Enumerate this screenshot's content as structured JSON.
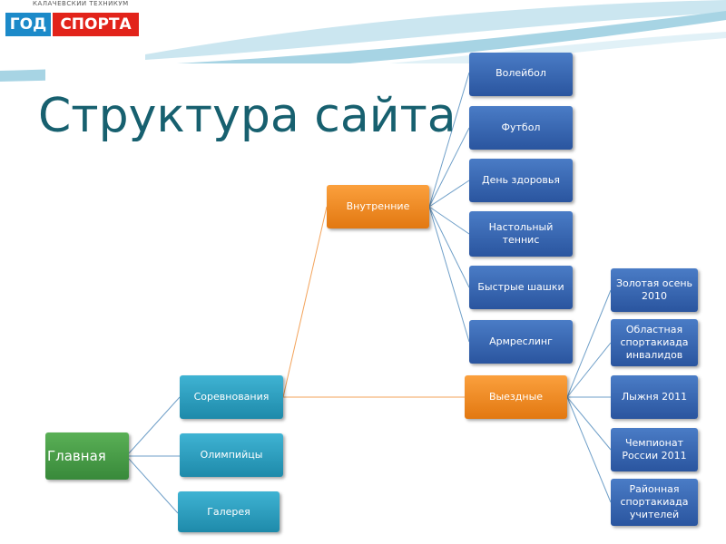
{
  "logo": {
    "subtitle": "КАЛАЧЕВСКИЙ ТЕХНИКУМ",
    "word1": "ГОД",
    "word2": "СПОРТА"
  },
  "slide": {
    "title": "Структура сайта"
  },
  "diagram": {
    "root": "Главная",
    "level1": [
      "Соревнования",
      "Олимпийцы",
      "Галерея"
    ],
    "groups": [
      "Внутренние",
      "Выездные"
    ],
    "internal": [
      "Волейбол",
      "Футбол",
      "День здоровья",
      "Настольный теннис",
      "Быстрые шашки",
      "Армреслинг"
    ],
    "external": [
      "Золотая осень 2010",
      "Областная спортакиада инвалидов",
      "Лыжня 2011",
      "Чемпионат России 2011",
      "Районная спортакиада учителей"
    ]
  },
  "colors": {
    "root": "#47a046",
    "level1": "#2fa0c4",
    "group": "#f08a1c",
    "leaf": "#3366b4",
    "title": "#17606f",
    "connector_blue": "#6f9fc8",
    "connector_orange": "#f3a35a"
  }
}
